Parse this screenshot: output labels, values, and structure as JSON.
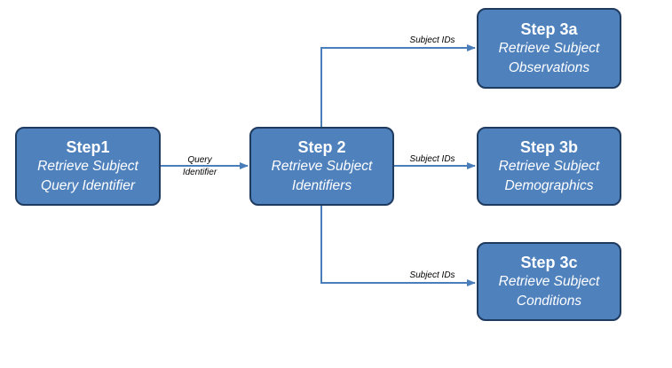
{
  "colors": {
    "box_fill": "#4f81bd",
    "box_border": "#1f3a5f",
    "arrow": "#4a7ebb",
    "box_text": "#ffffff",
    "label_text": "#000000"
  },
  "nodes": {
    "step1": {
      "title": "Step1",
      "line1": "Retrieve Subject",
      "line2": "Query Identifier"
    },
    "step2": {
      "title": "Step 2",
      "line1": "Retrieve Subject",
      "line2": "Identifiers"
    },
    "step3a": {
      "title": "Step 3a",
      "line1": "Retrieve Subject",
      "line2": "Observations"
    },
    "step3b": {
      "title": "Step 3b",
      "line1": "Retrieve Subject",
      "line2": "Demographics"
    },
    "step3c": {
      "title": "Step 3c",
      "line1": "Retrieve Subject",
      "line2": "Conditions"
    }
  },
  "edges": {
    "step1_to_step2": {
      "label_line1": "Query",
      "label_line2": "Identifier"
    },
    "step2_to_step3a": {
      "label": "Subject IDs"
    },
    "step2_to_step3b": {
      "label": "Subject IDs"
    },
    "step2_to_step3c": {
      "label": "Subject IDs"
    }
  }
}
